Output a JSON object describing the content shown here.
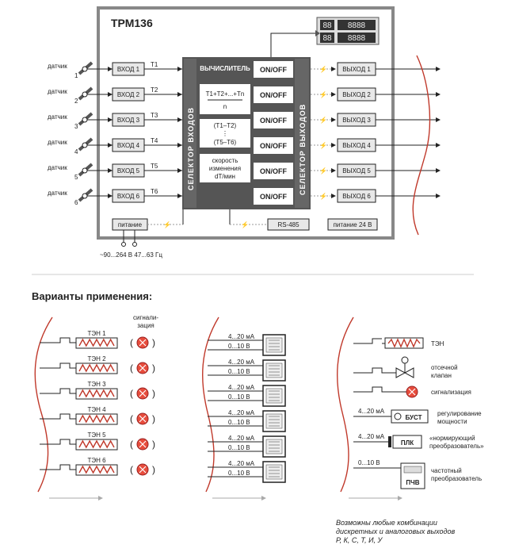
{
  "title": "ТРМ136",
  "sensor_label": "датчик",
  "sensors": [
    "1",
    "2",
    "3",
    "4",
    "5",
    "6"
  ],
  "inputs": [
    "ВХОД 1",
    "ВХОД 2",
    "ВХОД 3",
    "ВХОД 4",
    "ВХОД 5",
    "ВХОД 6"
  ],
  "channels": [
    "T1",
    "T2",
    "T3",
    "T4",
    "T5",
    "T6"
  ],
  "input_selector": "СЕЛЕКТОР ВХОДОВ",
  "output_selector": "СЕЛЕКТОР ВЫХОДОВ",
  "calculator": "ВЫЧИСЛИТЕЛЬ",
  "formula_sum": "T1+T2+...+Tn",
  "formula_n": "n",
  "diff_top": "(T1–T2)",
  "diff_dots": "⋮",
  "diff_bottom": "(T5–T6)",
  "rate_line1": "скорость",
  "rate_line2": "изменения",
  "rate_line3": "dT/мин",
  "onoff": [
    "ON/OFF",
    "ON/OFF",
    "ON/OFF",
    "ON/OFF",
    "ON/OFF",
    "ON/OFF"
  ],
  "outputs": [
    "ВЫХОД 1",
    "ВЫХОД 2",
    "ВЫХОД 3",
    "ВЫХОД 4",
    "ВЫХОД 5",
    "ВЫХОД 6"
  ],
  "power_in": "питание",
  "power_range": "~90...264 В 47...63 Гц",
  "rs485": "RS-485",
  "power_out": "питание 24 В",
  "display_digits": [
    "88",
    "8888",
    "88",
    "8888"
  ],
  "variants_title": "Варианты применения:",
  "v1": {
    "heaters": [
      "ТЭН 1",
      "ТЭН 2",
      "ТЭН 3",
      "ТЭН 4",
      "ТЭН 5",
      "ТЭН 6"
    ],
    "signal_line1": "сигнали-",
    "signal_line2": "зация"
  },
  "v2": {
    "current": "4...20 мА",
    "voltage": "0...10 В",
    "rows": 6
  },
  "v3": {
    "heater": "ТЭН",
    "valve_line1": "отсечной",
    "valve_line2": "клапан",
    "alarm": "сигнализация",
    "bust_signal": "4...20 мА",
    "bust": "БУСТ",
    "bust_line1": "регулирование",
    "bust_line2": "мощности",
    "plc_signal": "4...20 мА",
    "plc": "ПЛК",
    "plc_line1": "«нормирующий",
    "plc_line2": "преобразователь»",
    "vfd_signal": "0...10 В",
    "vfd": "ПЧВ",
    "vfd_line1": "частотный",
    "vfd_line2": "преобразователь"
  },
  "note_line1": "Возможны любые комбинации",
  "note_line2": "дискретных и аналоговых выходов",
  "note_line3": "Р, К, С, Т, И, У"
}
